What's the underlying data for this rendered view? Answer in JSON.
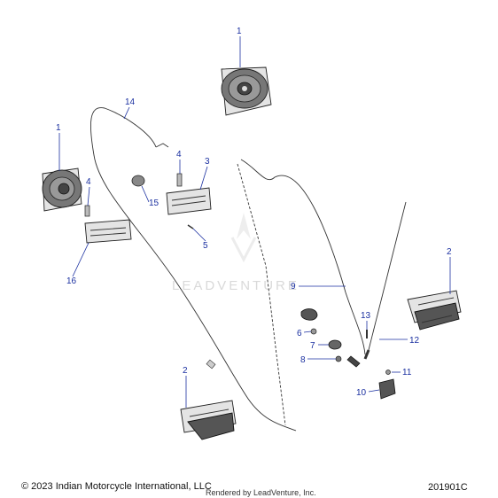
{
  "callouts": [
    {
      "label": "1"
    },
    {
      "label": "1"
    },
    {
      "label": "2"
    },
    {
      "label": "2"
    },
    {
      "label": "3"
    },
    {
      "label": "4"
    },
    {
      "label": "4"
    },
    {
      "label": "5"
    },
    {
      "label": "6"
    },
    {
      "label": "7"
    },
    {
      "label": "8"
    },
    {
      "label": "9"
    },
    {
      "label": "10"
    },
    {
      "label": "11"
    },
    {
      "label": "12"
    },
    {
      "label": "13"
    },
    {
      "label": "14"
    },
    {
      "label": "15"
    },
    {
      "label": "16"
    }
  ],
  "watermark": "LEADVENTURE",
  "footer": {
    "copyright": "© 2023 Indian Motorcycle International, LLC",
    "rendered_by": "Rendered by LeadVenture, Inc.",
    "drawing_id": "201901C"
  },
  "colors": {
    "callout": "#1a2fa0",
    "line": "#222222"
  }
}
